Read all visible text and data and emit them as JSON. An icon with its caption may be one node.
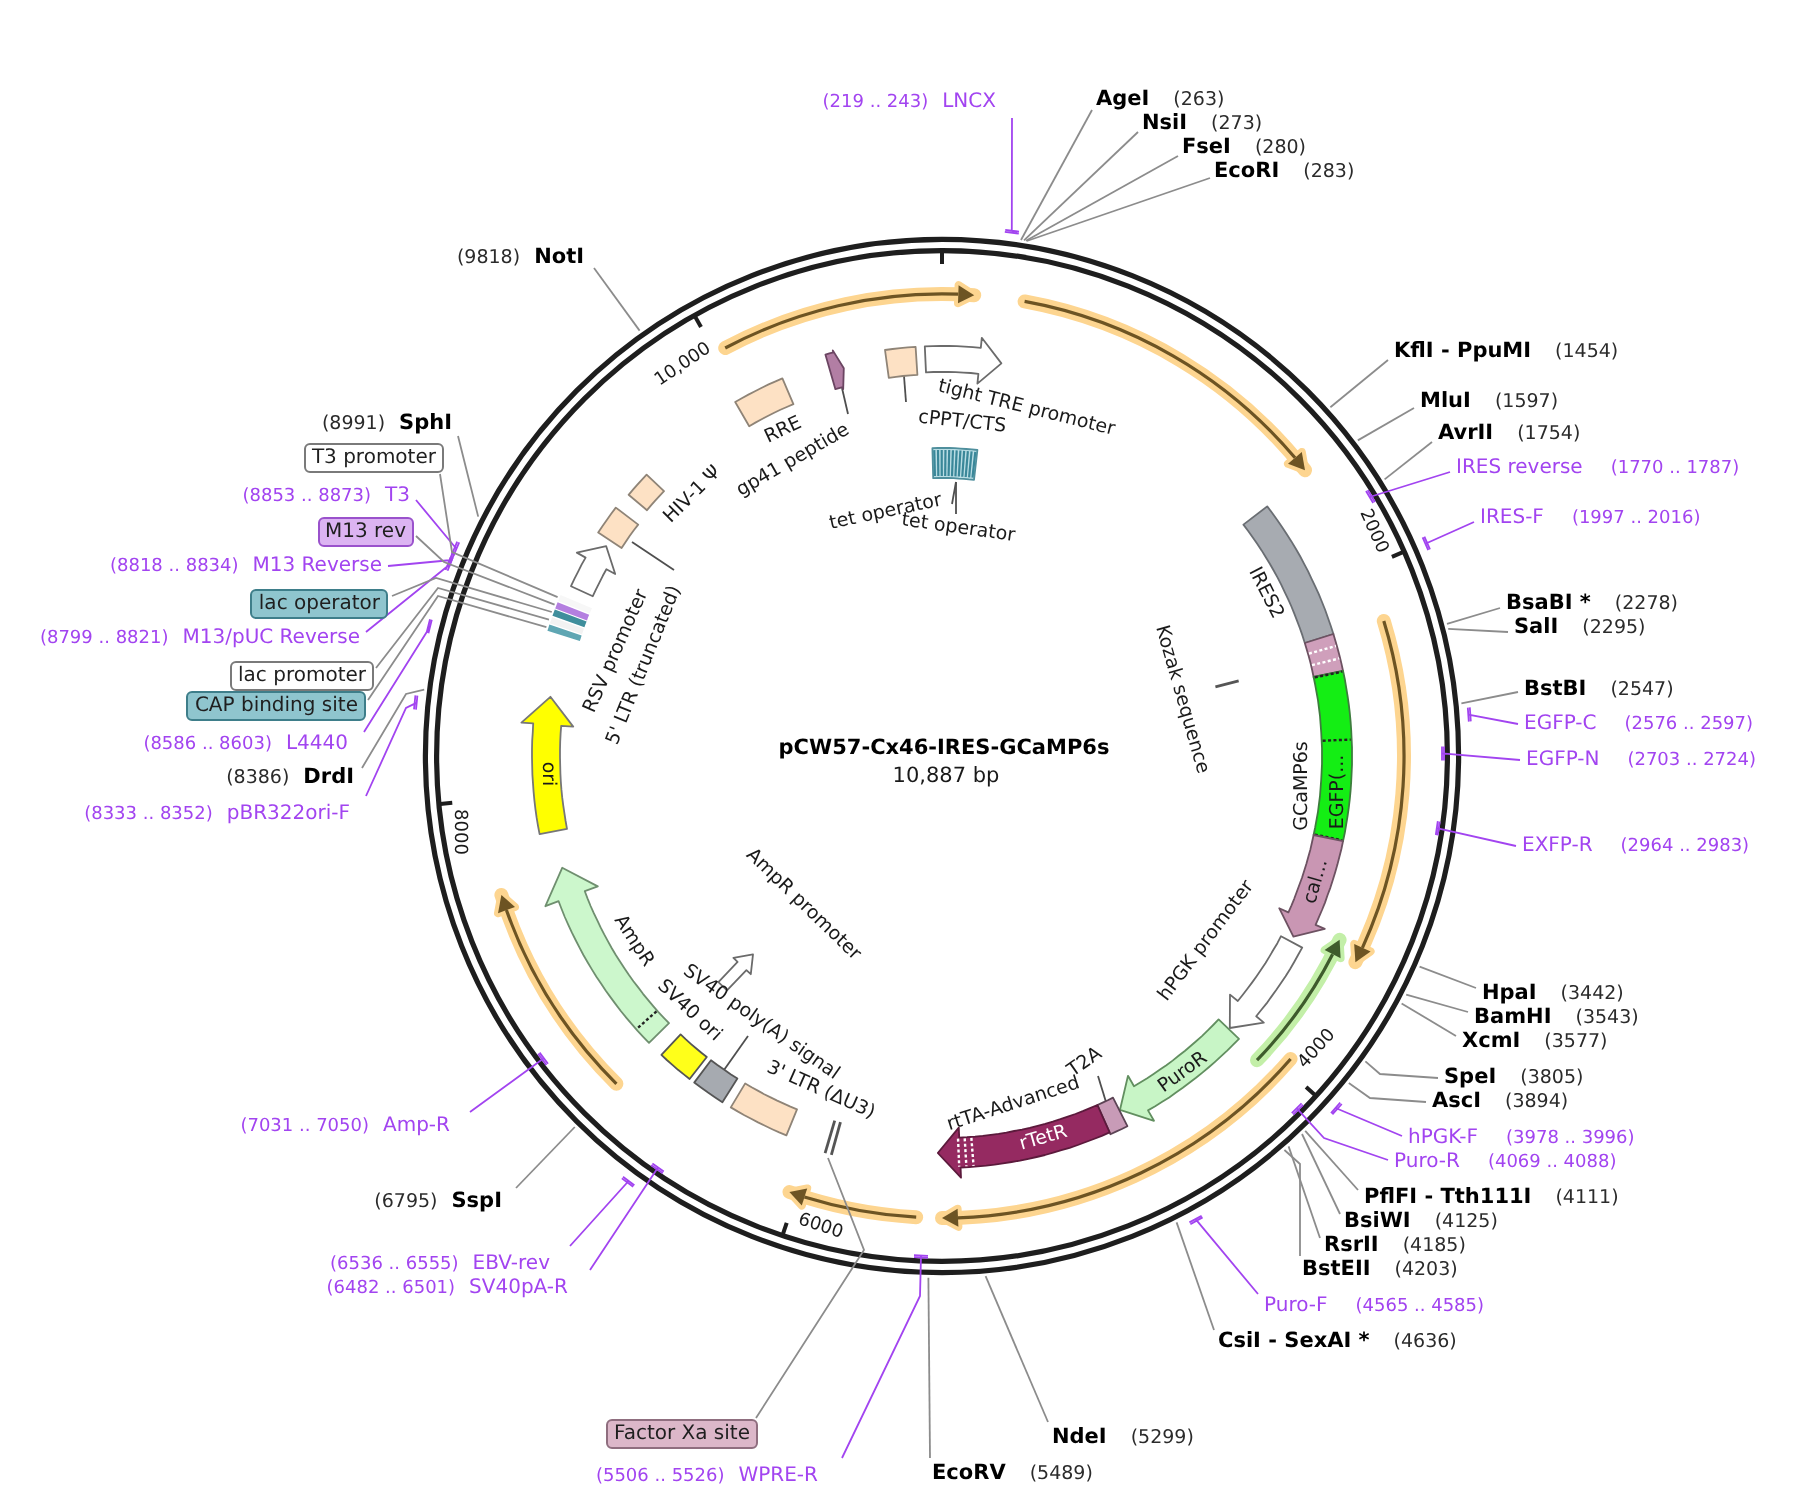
{
  "diagram": {
    "title": "pCW57-Cx46-IRES-GCaMP6s",
    "nodes": [
      {
        "text": [
          "(219 .. 243)",
          "LNCX"
        ]
      },
      {
        "text": [
          "AgeI",
          "(263)"
        ]
      },
      {
        "text": [
          "NsiI",
          "(273)"
        ]
      },
      {
        "text": [
          "FseI",
          "(280)"
        ]
      },
      {
        "text": [
          "EcoRI",
          "(283)"
        ]
      },
      {
        "text": [
          "KflI - PpuMI",
          "(1454)"
        ]
      },
      {
        "text": [
          "MluI",
          "(1597)"
        ]
      },
      {
        "text": [
          "AvrII",
          "(1754)"
        ]
      },
      {
        "text": [
          "IRES reverse",
          "(1770 .. 1787)"
        ]
      },
      {
        "text": [
          "IRES-F",
          "(1997 .. 2016)"
        ]
      },
      {
        "text": [
          "BsaBI *",
          "(2278)"
        ]
      },
      {
        "text": [
          "SalI",
          "(2295)"
        ]
      },
      {
        "text": [
          "BstBI",
          "(2547)"
        ]
      },
      {
        "text": [
          "EGFP-C",
          "(2576 .. 2597)"
        ]
      },
      {
        "text": [
          "EGFP-N",
          "(2703 .. 2724)"
        ]
      },
      {
        "text": [
          "EXFP-R",
          "(2964 .. 2983)"
        ]
      },
      {
        "text": [
          "HpaI",
          "(3442)"
        ]
      },
      {
        "text": [
          "BamHI",
          "(3543)"
        ]
      },
      {
        "text": [
          "XcmI",
          "(3577)"
        ]
      },
      {
        "text": [
          "SpeI",
          "(3805)"
        ]
      },
      {
        "text": [
          "AscI",
          "(3894)"
        ]
      },
      {
        "text": [
          "hPGK-F",
          "(3978 .. 3996)"
        ]
      },
      {
        "text": [
          "Puro-R",
          "(4069 .. 4088)"
        ]
      },
      {
        "text": [
          "PflFI - Tth111I",
          "(4111)"
        ]
      },
      {
        "text": [
          "BsiWI",
          "(4125)"
        ]
      },
      {
        "text": [
          "RsrII",
          "(4185)"
        ]
      },
      {
        "text": [
          "BstEII",
          "(4203)"
        ]
      },
      {
        "text": [
          "Puro-F",
          "(4565 .. 4585)"
        ]
      },
      {
        "text": [
          "CsiI - SexAI *",
          "(4636)"
        ]
      },
      {
        "text": [
          "NdeI",
          "(5299)"
        ]
      },
      {
        "text": [
          "EcoRV",
          "(5489)"
        ]
      },
      {
        "text": [
          "(5506 .. 5526)",
          "WPRE-R"
        ]
      },
      {
        "text": [
          "Factor Xa site"
        ]
      },
      {
        "text": [
          "(6482 .. 6501)",
          "SV40pA-R"
        ]
      },
      {
        "text": [
          "(6536 .. 6555)",
          "EBV-rev"
        ]
      },
      {
        "text": [
          "(6795)",
          "SspI"
        ]
      },
      {
        "text": [
          "(7031 .. 7050)",
          "Amp-R"
        ]
      },
      {
        "text": [
          "(8333 .. 8352)",
          "pBR322ori-F"
        ]
      },
      {
        "text": [
          "(8386)",
          "DrdI"
        ]
      },
      {
        "text": [
          "(8586 .. 8603)",
          "L4440"
        ]
      },
      {
        "text": [
          "CAP binding site"
        ]
      },
      {
        "text": [
          "lac promoter"
        ]
      },
      {
        "text": [
          "(8799 .. 8821)",
          "M13/pUC Reverse"
        ]
      },
      {
        "text": [
          "lac operator"
        ]
      },
      {
        "text": [
          "(8818 .. 8834)",
          "M13 Reverse"
        ]
      },
      {
        "text": [
          "M13 rev"
        ]
      },
      {
        "text": [
          "(8853 .. 8873)",
          "T3"
        ]
      },
      {
        "text": [
          "T3 promoter"
        ]
      },
      {
        "text": [
          "(8991)",
          "SphI"
        ]
      },
      {
        "text": [
          "(9818)",
          "NotI"
        ]
      },
      {
        "text": [
          "tight TRE promoter"
        ]
      },
      {
        "text": [],
        "shape": "box"
      },
      {
        "text": [
          "tet operator"
        ]
      },
      {
        "text": [
          "tet operator"
        ]
      },
      {
        "text": [
          "IRES2"
        ]
      },
      {
        "text": [
          "Kozak sequence"
        ]
      },
      {
        "text": [
          "GCaMP6s",
          "EGFP(...",
          "cal..."
        ]
      },
      {
        "text": [
          "hPGK promoter"
        ]
      },
      {
        "text": [
          "PuroR"
        ]
      },
      {
        "text": [],
        "shape": "box"
      },
      {
        "text": [
          "T2A"
        ]
      },
      {
        "text": [
          "rtTA-Advanced",
          "rTetR"
        ]
      },
      {
        "text": [],
        "shape": "mark"
      },
      {
        "text": [
          "3' LTR (ΔU3)"
        ]
      },
      {
        "text": [],
        "shape": "box"
      },
      {
        "text": [
          "SV40 poly(A) signal"
        ]
      },
      {
        "text": [
          "SV40 ori"
        ]
      },
      {
        "text": [
          "AmpR promoter"
        ]
      },
      {
        "text": [
          "AmpR"
        ]
      },
      {
        "text": [
          "ori"
        ]
      },
      {
        "text": [
          "RSV promoter"
        ]
      },
      {
        "text": [],
        "shape": "box"
      },
      {
        "text": [
          "5' LTR (truncated)"
        ]
      },
      {
        "text": [
          "HIV-1 Ψ"
        ]
      },
      {
        "text": [
          "RRE"
        ]
      },
      {
        "text": [],
        "shape": "arrow"
      },
      {
        "text": [
          "gp41 peptide"
        ]
      },
      {
        "text": [],
        "shape": "box"
      },
      {
        "text": [
          "cPPT/CTS"
        ]
      },
      {
        "text": [],
        "shape": "bar"
      },
      {
        "text": [],
        "shape": "bar"
      },
      {
        "text": [],
        "shape": "bar"
      },
      {
        "text": [],
        "shape": "bar"
      },
      {
        "text": [],
        "shape": "bar"
      }
    ],
    "edges": [
      {
        "from": 0,
        "to": null,
        "arrow": "none",
        "color": "#a244f0"
      },
      {
        "from": 1,
        "to": null,
        "arrow": "none"
      },
      {
        "from": 2,
        "to": null,
        "arrow": "none"
      },
      {
        "from": 3,
        "to": null,
        "arrow": "none"
      },
      {
        "from": 4,
        "to": null,
        "arrow": "none"
      },
      {
        "from": 5,
        "to": null,
        "arrow": "none"
      },
      {
        "from": 6,
        "to": null,
        "arrow": "none"
      },
      {
        "from": 7,
        "to": null,
        "arrow": "none"
      },
      {
        "from": 8,
        "to": null,
        "arrow": "none",
        "color": "#a244f0"
      },
      {
        "from": 9,
        "to": null,
        "arrow": "none",
        "color": "#a244f0"
      },
      {
        "from": 10,
        "to": null,
        "arrow": "none"
      },
      {
        "from": 11,
        "to": null,
        "arrow": "none"
      },
      {
        "from": 12,
        "to": null,
        "arrow": "none"
      },
      {
        "from": 13,
        "to": null,
        "arrow": "none",
        "color": "#a244f0"
      },
      {
        "from": 14,
        "to": null,
        "arrow": "none",
        "color": "#a244f0"
      },
      {
        "from": 15,
        "to": null,
        "arrow": "none",
        "color": "#a244f0"
      },
      {
        "from": 16,
        "to": null,
        "arrow": "none"
      },
      {
        "from": 17,
        "to": null,
        "arrow": "none"
      },
      {
        "from": 18,
        "to": null,
        "arrow": "none"
      },
      {
        "from": 19,
        "to": null,
        "arrow": "none"
      },
      {
        "from": 20,
        "to": null,
        "arrow": "none"
      },
      {
        "from": 21,
        "to": null,
        "arrow": "none",
        "color": "#a244f0"
      },
      {
        "from": 22,
        "to": null,
        "arrow": "none",
        "color": "#a244f0"
      },
      {
        "from": 23,
        "to": null,
        "arrow": "none"
      },
      {
        "from": 24,
        "to": null,
        "arrow": "none"
      },
      {
        "from": 25,
        "to": null,
        "arrow": "none"
      },
      {
        "from": 26,
        "to": null,
        "arrow": "none"
      },
      {
        "from": 27,
        "to": null,
        "arrow": "none",
        "color": "#a244f0"
      },
      {
        "from": 28,
        "to": null,
        "arrow": "none"
      },
      {
        "from": 29,
        "to": null,
        "arrow": "none"
      },
      {
        "from": 30,
        "to": null,
        "arrow": "none"
      },
      {
        "from": 31,
        "to": null,
        "arrow": "none",
        "color": "#a244f0"
      },
      {
        "from": 32,
        "to": 62,
        "arrow": "none"
      },
      {
        "from": 33,
        "to": null,
        "arrow": "none",
        "color": "#a244f0"
      },
      {
        "from": 34,
        "to": null,
        "arrow": "none",
        "color": "#a244f0"
      },
      {
        "from": 35,
        "to": null,
        "arrow": "none"
      },
      {
        "from": 36,
        "to": null,
        "arrow": "none",
        "color": "#a244f0"
      },
      {
        "from": 37,
        "to": null,
        "arrow": "none",
        "color": "#a244f0"
      },
      {
        "from": 38,
        "to": null,
        "arrow": "none"
      },
      {
        "from": 39,
        "to": null,
        "arrow": "none",
        "color": "#a244f0"
      },
      {
        "from": 40,
        "to": 79,
        "arrow": "none"
      },
      {
        "from": 41,
        "to": 80,
        "arrow": "none"
      },
      {
        "from": 42,
        "to": null,
        "arrow": "none",
        "color": "#a244f0"
      },
      {
        "from": 43,
        "to": 81,
        "arrow": "none"
      },
      {
        "from": 44,
        "to": null,
        "arrow": "none",
        "color": "#a244f0"
      },
      {
        "from": 45,
        "to": 82,
        "arrow": "none"
      },
      {
        "from": 46,
        "to": null,
        "arrow": "none",
        "color": "#a244f0"
      },
      {
        "from": 47,
        "to": 83,
        "arrow": "none"
      },
      {
        "from": 48,
        "to": null,
        "arrow": "none"
      },
      {
        "from": 49,
        "to": null,
        "arrow": "none"
      },
      {
        "from": 52,
        "to": 51,
        "arrow": "none"
      },
      {
        "from": 53,
        "to": 51,
        "arrow": "none"
      },
      {
        "from": 60,
        "to": 59,
        "arrow": "none"
      },
      {
        "from": 65,
        "to": 64,
        "arrow": "none"
      },
      {
        "from": 72,
        "to": 71,
        "arrow": "none"
      },
      {
        "from": 76,
        "to": 75,
        "arrow": "none"
      },
      {
        "from": 78,
        "to": 77,
        "arrow": "none"
      }
    ],
    "labels": [
      "10,887 bp",
      "10,000",
      "2000",
      "4000",
      "6000",
      "8000"
    ]
  }
}
